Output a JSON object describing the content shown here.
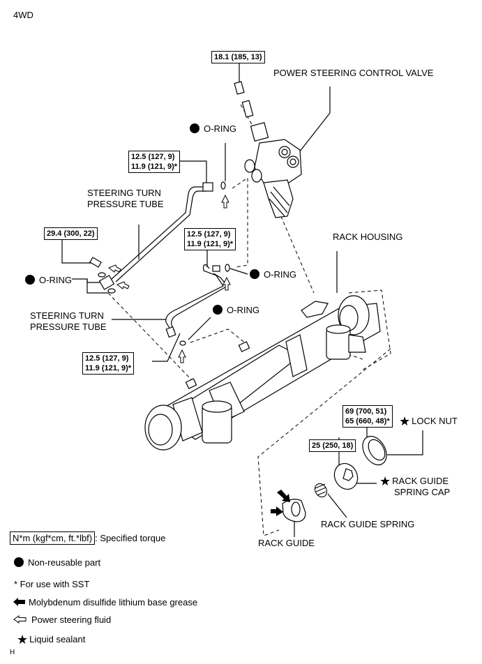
{
  "header": {
    "variant": "4WD"
  },
  "labels": {
    "control_valve": "POWER STEERING CONTROL VALVE",
    "oring_top": "O-RING",
    "oring_left": "O-RING",
    "oring_mid": "O-RING",
    "oring_lower": "O-RING",
    "tube_upper_line1": "STEERING TURN",
    "tube_upper_line2": "PRESSURE TUBE",
    "tube_lower_line1": "STEERING TURN",
    "tube_lower_line2": "PRESSURE TUBE",
    "rack_housing": "RACK HOUSING",
    "lock_nut": "LOCK NUT",
    "spring_cap_line1": "RACK GUIDE",
    "spring_cap_line2": "SPRING CAP",
    "rack_guide_spring": "RACK GUIDE SPRING",
    "rack_guide": "RACK GUIDE"
  },
  "torques": {
    "control_valve_bolt": [
      "18.1 (185, 13)"
    ],
    "upper_tube_valve_end": [
      "12.5 (127, 9)",
      "11.9 (121, 9)*"
    ],
    "tube_clamp_bolt": [
      "29.4 (300, 22)"
    ],
    "lower_tube_valve_end": [
      "12.5 (127, 9)",
      "11.9 (121, 9)*"
    ],
    "lower_tube_housing_end": [
      "12.5 (127, 9)",
      "11.9 (121, 9)*"
    ],
    "lock_nut": [
      "69 (700, 51)",
      "65 (660, 48)*"
    ],
    "spring_cap": [
      "25 (250, 18)"
    ]
  },
  "legend": {
    "torque_unit": "N*m (kgf*cm, ft.*lbf)",
    "torque_desc": ": Specified torque",
    "non_reusable": "Non-reusable part",
    "sst_note": "* For use with SST",
    "grease": "Molybdenum disulfide lithium base grease",
    "fluid": "Power steering fluid",
    "sealant": "Liquid sealant"
  },
  "symbols": {
    "non_reusable": "filled-circle-icon",
    "grease": "filled-arrow-icon",
    "fluid": "outline-arrow-icon",
    "sealant": "star-icon"
  },
  "footer": {
    "code": "H"
  }
}
